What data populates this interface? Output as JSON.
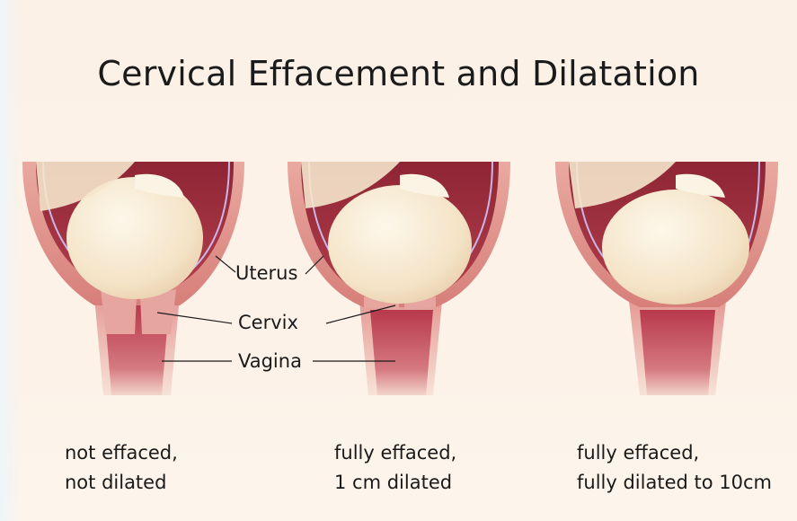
{
  "title": "Cervical Effacement and Dilatation",
  "labels": {
    "uterus": "Uterus",
    "cervix": "Cervix",
    "vagina": "Vagina"
  },
  "stages": [
    {
      "line1": "not effaced,",
      "line2": "not dilated"
    },
    {
      "line1": "fully effaced,",
      "line2": "1 cm dilated"
    },
    {
      "line1": "fully effaced,",
      "line2": "fully dilated to 10cm"
    }
  ],
  "colors": {
    "uterus_wall": "#d98a84",
    "uterus_inner": "#9c2f3c",
    "membrane": "#f3c9bd",
    "head": "#f7ebd4",
    "vagina": "#c0485a",
    "line": "#1a1a1a"
  }
}
